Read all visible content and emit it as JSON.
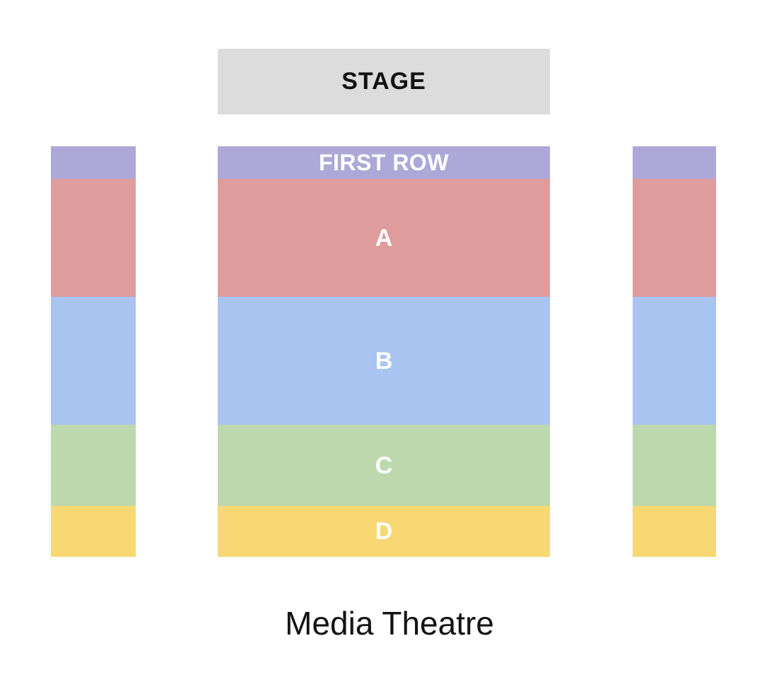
{
  "venue": {
    "name": "Media Theatre"
  },
  "stage": {
    "label": "STAGE",
    "color": "#dcdcdc"
  },
  "sections": [
    {
      "id": "first-row",
      "label": "FIRST ROW",
      "color": "#ada8d8",
      "show_label": {
        "left": false,
        "center": true,
        "right": false
      }
    },
    {
      "id": "a",
      "label": "A",
      "color": "#de9c9c",
      "show_label": {
        "left": false,
        "center": true,
        "right": false
      }
    },
    {
      "id": "b",
      "label": "B",
      "color": "#a9c4f0",
      "show_label": {
        "left": false,
        "center": true,
        "right": false
      }
    },
    {
      "id": "c",
      "label": "C",
      "color": "#bcd8ac",
      "show_label": {
        "left": false,
        "center": true,
        "right": false
      }
    },
    {
      "id": "d",
      "label": "D",
      "color": "#f7d873",
      "show_label": {
        "left": false,
        "center": true,
        "right": false
      }
    }
  ],
  "blocks": {
    "left": {
      "name": "left-seating-block"
    },
    "center": {
      "name": "center-seating-block"
    },
    "right": {
      "name": "right-seating-block"
    }
  },
  "labels": {
    "first_row": "FIRST ROW",
    "a": "A",
    "b": "B",
    "c": "C",
    "d": "D"
  }
}
